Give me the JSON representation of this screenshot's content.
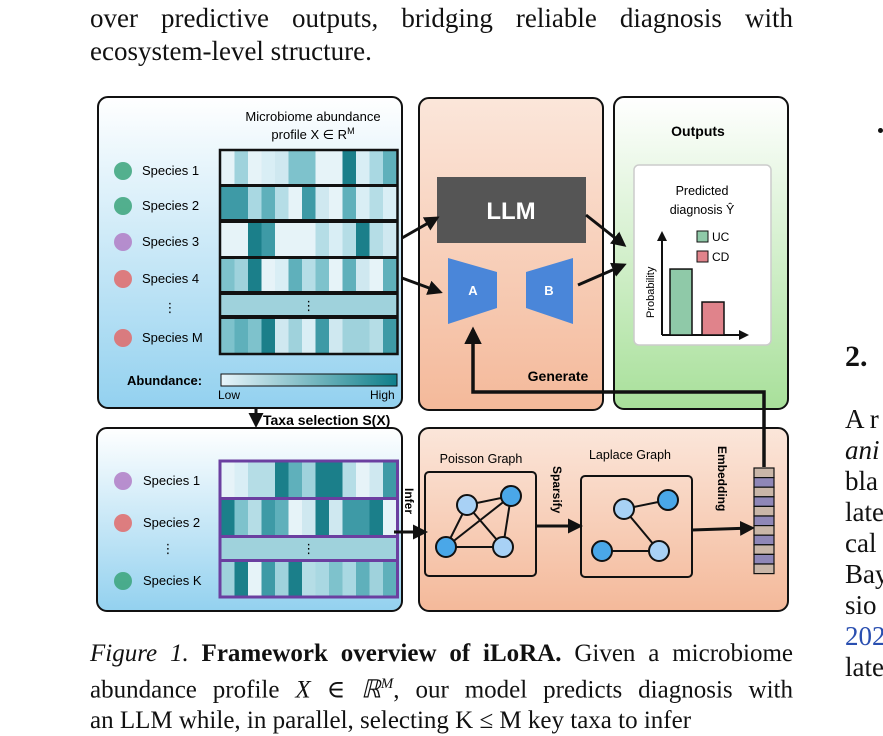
{
  "intro_text": {
    "line1": "over predictive outputs, bridging reliable diagnosis with",
    "line2": "ecosystem-level structure."
  },
  "figure": {
    "abundance_profile_title_line1": "Microbiome abundance",
    "abundance_profile_title_line2": "profile X ∈ R",
    "abundance_profile_title_sup": "M",
    "species_top": [
      "Species 1",
      "Species 2",
      "Species 3",
      "Species 4",
      "⋮",
      "Species M"
    ],
    "species_bottom": [
      "Species 1",
      "Species 2",
      "⋮",
      "Species K"
    ],
    "abundance_label": "Abundance:",
    "abundance_low": "Low",
    "abundance_high": "High",
    "taxa_selection": "Taxa selection S(X)",
    "llm_label": "LLM",
    "lora_a": "A",
    "lora_b": "B",
    "generate_label": "Generate",
    "outputs_title": "Outputs",
    "predicted_line1": "Predicted",
    "predicted_line2": "diagnosis Ŷ",
    "legend_uc": "UC",
    "legend_cd": "CD",
    "probability_label": "Probability",
    "poisson_graph": "Poisson Graph",
    "laplace_graph": "Laplace Graph",
    "infer_label": "Infer",
    "sparsify_label": "Sparsify",
    "embedding_label": "Embedding",
    "colors": {
      "panel_blue": "#9fd6f0",
      "panel_salmon": "#f7c9ad",
      "panel_green": "#c8ecc0",
      "llm_gray": "#555555",
      "lora_blue": "#4a86d9",
      "teal_dark": "#1b7f8a",
      "purple_border": "#6b3fa0",
      "node_blue": "#4aa7e8",
      "node_light": "#a8d1f5",
      "bar_uc": "#8fc9a8",
      "bar_cd": "#e0838b"
    },
    "chart_bars": [
      {
        "label": "UC",
        "value": 0.68
      },
      {
        "label": "CD",
        "value": 0.34
      }
    ]
  },
  "caption": {
    "figure_number": "Figure 1.",
    "bold_title": "Framework overview of iLoRA.",
    "rest_line1": " Given a microbiome",
    "line2_prefix": "abundance profile ",
    "line2_math": "X ∈ ℝ",
    "line2_sup": "M",
    "line2_suffix": ", our model predicts diagnosis with",
    "line3": "an LLM while, in parallel, selecting K ≤ M key taxa to infer"
  },
  "right_column": {
    "section_number": "2.",
    "lines": [
      "A r",
      "ani",
      "bla",
      "late",
      "cal",
      "Bay",
      "sio",
      "202",
      "late"
    ]
  }
}
